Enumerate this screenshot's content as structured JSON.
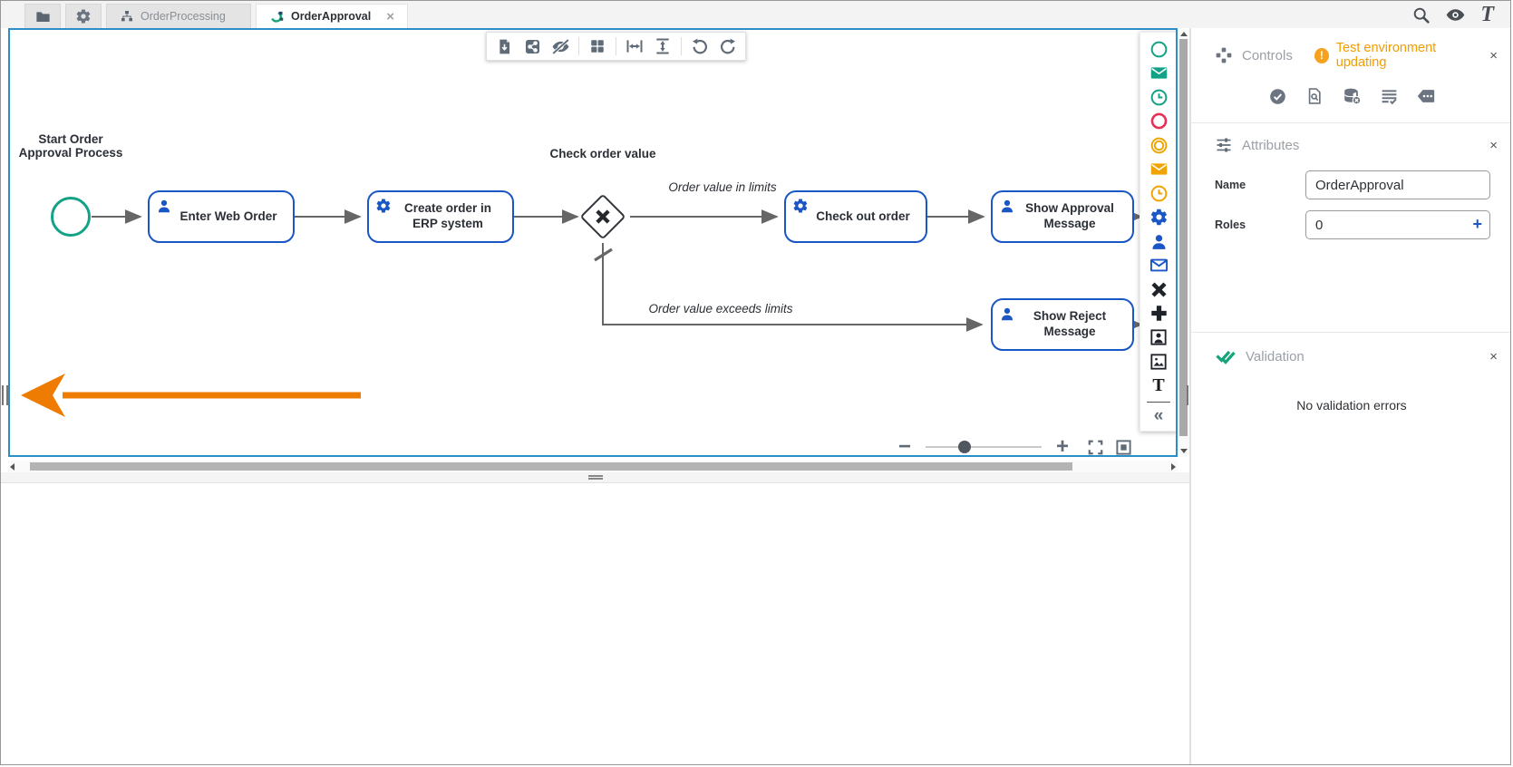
{
  "header": {
    "tabs": [
      {
        "id": "files",
        "icon": "folder-icon",
        "label": ""
      },
      {
        "id": "settings",
        "icon": "gear-icon",
        "label": ""
      },
      {
        "id": "order-processing",
        "icon": "hierarchy-icon",
        "label": "OrderProcessing",
        "active": false
      },
      {
        "id": "order-approval",
        "icon": "process-icon",
        "label": "OrderApproval",
        "active": true,
        "close": "×"
      }
    ],
    "actions": [
      {
        "icon": "search-icon"
      },
      {
        "icon": "eye-icon"
      }
    ],
    "logo": "T"
  },
  "canvas": {
    "border_color": "#2a8fc7",
    "toolbar": [
      {
        "icon": "file-download-icon"
      },
      {
        "icon": "share-icon"
      },
      {
        "icon": "eye-off-icon"
      },
      {
        "icon": "grid-icon"
      },
      {
        "icon": "fit-width-icon"
      },
      {
        "icon": "fit-height-icon"
      },
      {
        "icon": "undo-icon"
      },
      {
        "icon": "redo-icon"
      }
    ],
    "zoom": {
      "minus": "−",
      "plus": "+",
      "slider_pct": 29,
      "fullscreen_icon": "fullscreen-icon",
      "fit_icon": "fit-view-icon"
    }
  },
  "diagram": {
    "start_label": "Start Order\nApproval Process",
    "gateway_label": "Check order value",
    "tasks": [
      {
        "label": "Enter Web Order",
        "icon": "user-task-icon"
      },
      {
        "label": "Create order in ERP system",
        "icon": "service-task-icon"
      },
      {
        "label": "Check out order",
        "icon": "service-task-icon"
      },
      {
        "label": "Show Approval Message",
        "icon": "user-task-icon"
      },
      {
        "label": "Show Reject Message",
        "icon": "user-task-icon"
      }
    ],
    "flows": [
      {
        "label": "Order value in limits"
      },
      {
        "label": "Order value exceeds limits"
      }
    ],
    "colors": {
      "task_border": "#1a56c4",
      "start_event": "#13a286",
      "connector": "#666666",
      "annotation_arrow": "#ee7c02",
      "gateway": "#32363c"
    }
  },
  "palette": {
    "items": [
      {
        "icon": "start-event-icon",
        "color": "#13a286"
      },
      {
        "icon": "message-start-event-icon",
        "color": "#13a286"
      },
      {
        "icon": "timer-start-event-icon",
        "color": "#13a286"
      },
      {
        "icon": "end-event-icon",
        "color": "#e73056"
      },
      {
        "icon": "intermediate-event-icon",
        "color": "#f0a400"
      },
      {
        "icon": "message-intermediate-event-icon",
        "color": "#f0a400"
      },
      {
        "icon": "timer-intermediate-event-icon",
        "color": "#f0a400"
      },
      {
        "icon": "service-task-icon",
        "color": "#1a56c4"
      },
      {
        "icon": "user-task-icon",
        "color": "#1a56c4"
      },
      {
        "icon": "message-task-icon",
        "color": "#1a56c4"
      },
      {
        "icon": "exclusive-gateway-icon",
        "color": "#1f2329"
      },
      {
        "icon": "parallel-gateway-icon",
        "color": "#1f2329"
      },
      {
        "icon": "user-annotation-icon",
        "color": "#1f2329"
      },
      {
        "icon": "image-icon",
        "color": "#1f2329"
      },
      {
        "icon": "text-icon",
        "color": "#1f2329",
        "glyph": "T"
      },
      {
        "icon": "collapse-palette-icon",
        "color": "#5f6b77",
        "glyph": "«"
      }
    ]
  },
  "panels": {
    "controls": {
      "title": "Controls",
      "warning_badge": "!",
      "warning": "Test environment updating",
      "close": "×",
      "buttons": [
        {
          "icon": "check-circle-icon"
        },
        {
          "icon": "file-search-icon"
        },
        {
          "icon": "database-remove-icon"
        },
        {
          "icon": "list-check-icon"
        },
        {
          "icon": "tag-dots-icon"
        }
      ]
    },
    "attributes": {
      "title": "Attributes",
      "close": "×",
      "fields": [
        {
          "label": "Name",
          "value": "OrderApproval"
        },
        {
          "label": "Roles",
          "value": "0",
          "action": "+"
        }
      ]
    },
    "validation": {
      "title": "Validation",
      "close": "×",
      "message": "No validation errors"
    }
  }
}
